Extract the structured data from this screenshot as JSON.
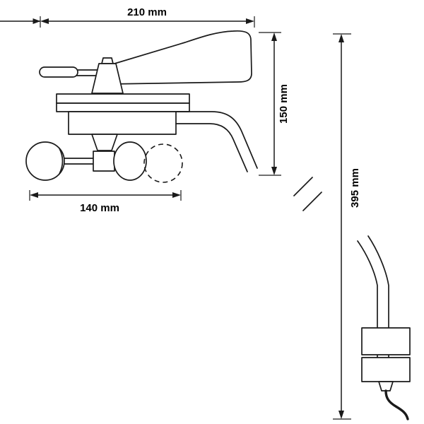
{
  "diagram": {
    "type": "technical-dimension-drawing",
    "subject": "wind sensor (anemometer with wind vane) and mounting pole",
    "line_color": "#1a1a1a",
    "background_color": "#ffffff",
    "dimensions": {
      "top_width": "210 mm",
      "device_height": "150 mm",
      "cups_width": "140 mm",
      "pole_height": "395 mm"
    }
  }
}
